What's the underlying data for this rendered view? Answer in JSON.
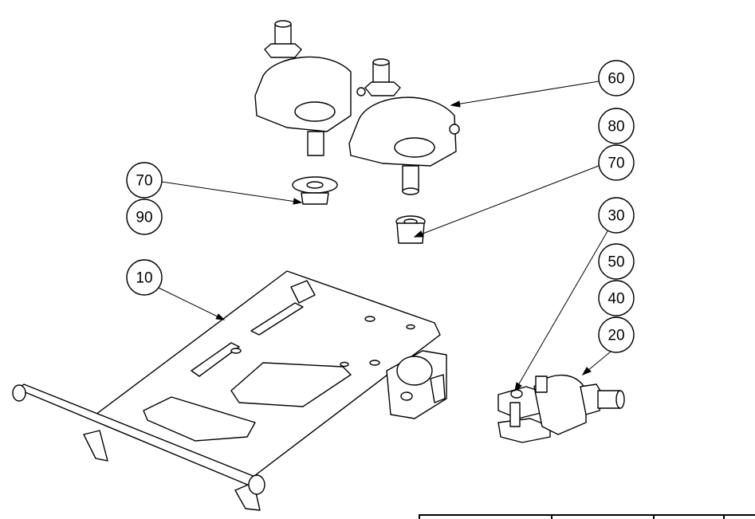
{
  "balloons": [
    {
      "id": "60",
      "label": "60"
    },
    {
      "id": "80",
      "label": "80"
    },
    {
      "id": "70a",
      "label": "70"
    },
    {
      "id": "30",
      "label": "30"
    },
    {
      "id": "50",
      "label": "50"
    },
    {
      "id": "40",
      "label": "40"
    },
    {
      "id": "20",
      "label": "20"
    },
    {
      "id": "70b",
      "label": "70"
    },
    {
      "id": "90",
      "label": "90"
    },
    {
      "id": "10",
      "label": "10"
    }
  ],
  "colors": {
    "line": "#000000",
    "background": "#ffffff"
  }
}
